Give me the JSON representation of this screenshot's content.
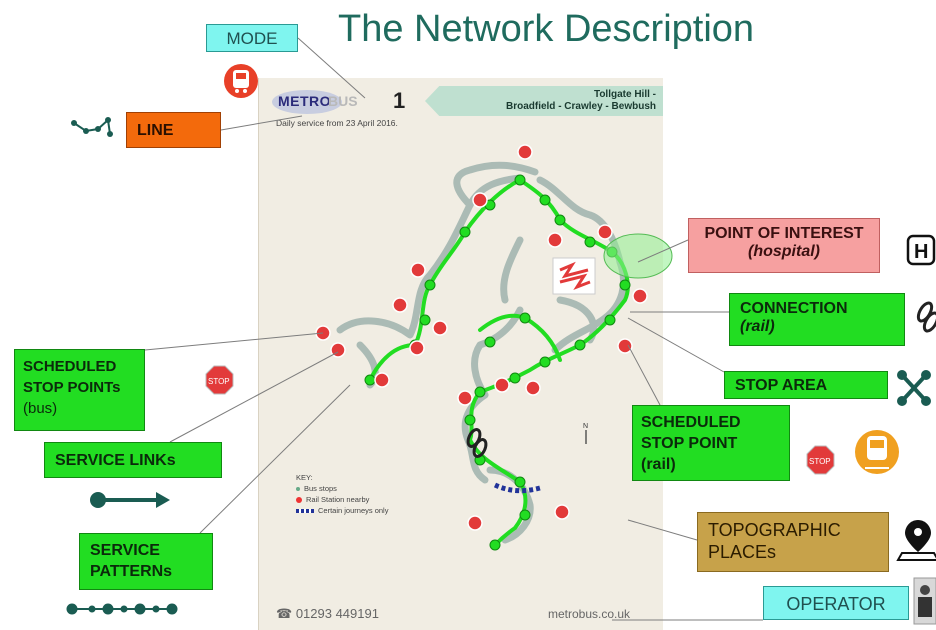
{
  "title": "The Network Description",
  "labels": {
    "mode": "MODE",
    "line": "LINE",
    "poi_main": "POINT OF INTEREST",
    "poi_sub": "(hospital)",
    "connection_main": "CONNECTION",
    "connection_sub": "(rail)",
    "stop_area": "STOP AREA",
    "ssp_bus_1": "SCHEDULED",
    "ssp_bus_2": "STOP POINTs",
    "ssp_bus_3": "(bus)",
    "service_links": "SERVICE LINKs",
    "ssp_rail_1": "SCHEDULED",
    "ssp_rail_2": "STOP POINT",
    "ssp_rail_3": "(rail)",
    "topo_1": "TOPOGRAPHIC",
    "topo_2": "PLACEs",
    "service_patterns_1": "SERVICE",
    "service_patterns_2": "PATTERNs",
    "operator": "OPERATOR"
  },
  "map": {
    "logo_part1": "METRO",
    "logo_part2": "BUS",
    "route_number": "1",
    "route_line1": "Tollgate Hill -",
    "route_line2": "Broadfield - Crawley - Bewbush",
    "daily_service": "Daily service from 23 April 2016.",
    "phone": "01293 449191",
    "url": "metrobus.co.uk",
    "key_title": "KEY:",
    "key_items": [
      "Bus stops",
      "Rail Station nearby",
      "Certain journeys only"
    ],
    "hospital_letter": "H",
    "stop_text": "STOP"
  },
  "colors": {
    "title": "#1f6b5e",
    "green_box": "#22dd22",
    "mode_box": "#7ff5ef",
    "line_box": "#f36a0c",
    "poi_box": "#f6a0a0",
    "topo_box": "#c7a24a",
    "route_green": "#22dd22",
    "road_grey": "#9fb3ad",
    "stop_red": "#e23a3a"
  },
  "icons": [
    "bus-icon",
    "line-nodes-icon",
    "hospital-icon",
    "chain-link-icon",
    "stop-area-icon",
    "stop-sign-icon",
    "train-icon",
    "map-pin-icon",
    "service-link-arrow-icon",
    "service-pattern-icon",
    "operator-person-icon"
  ]
}
